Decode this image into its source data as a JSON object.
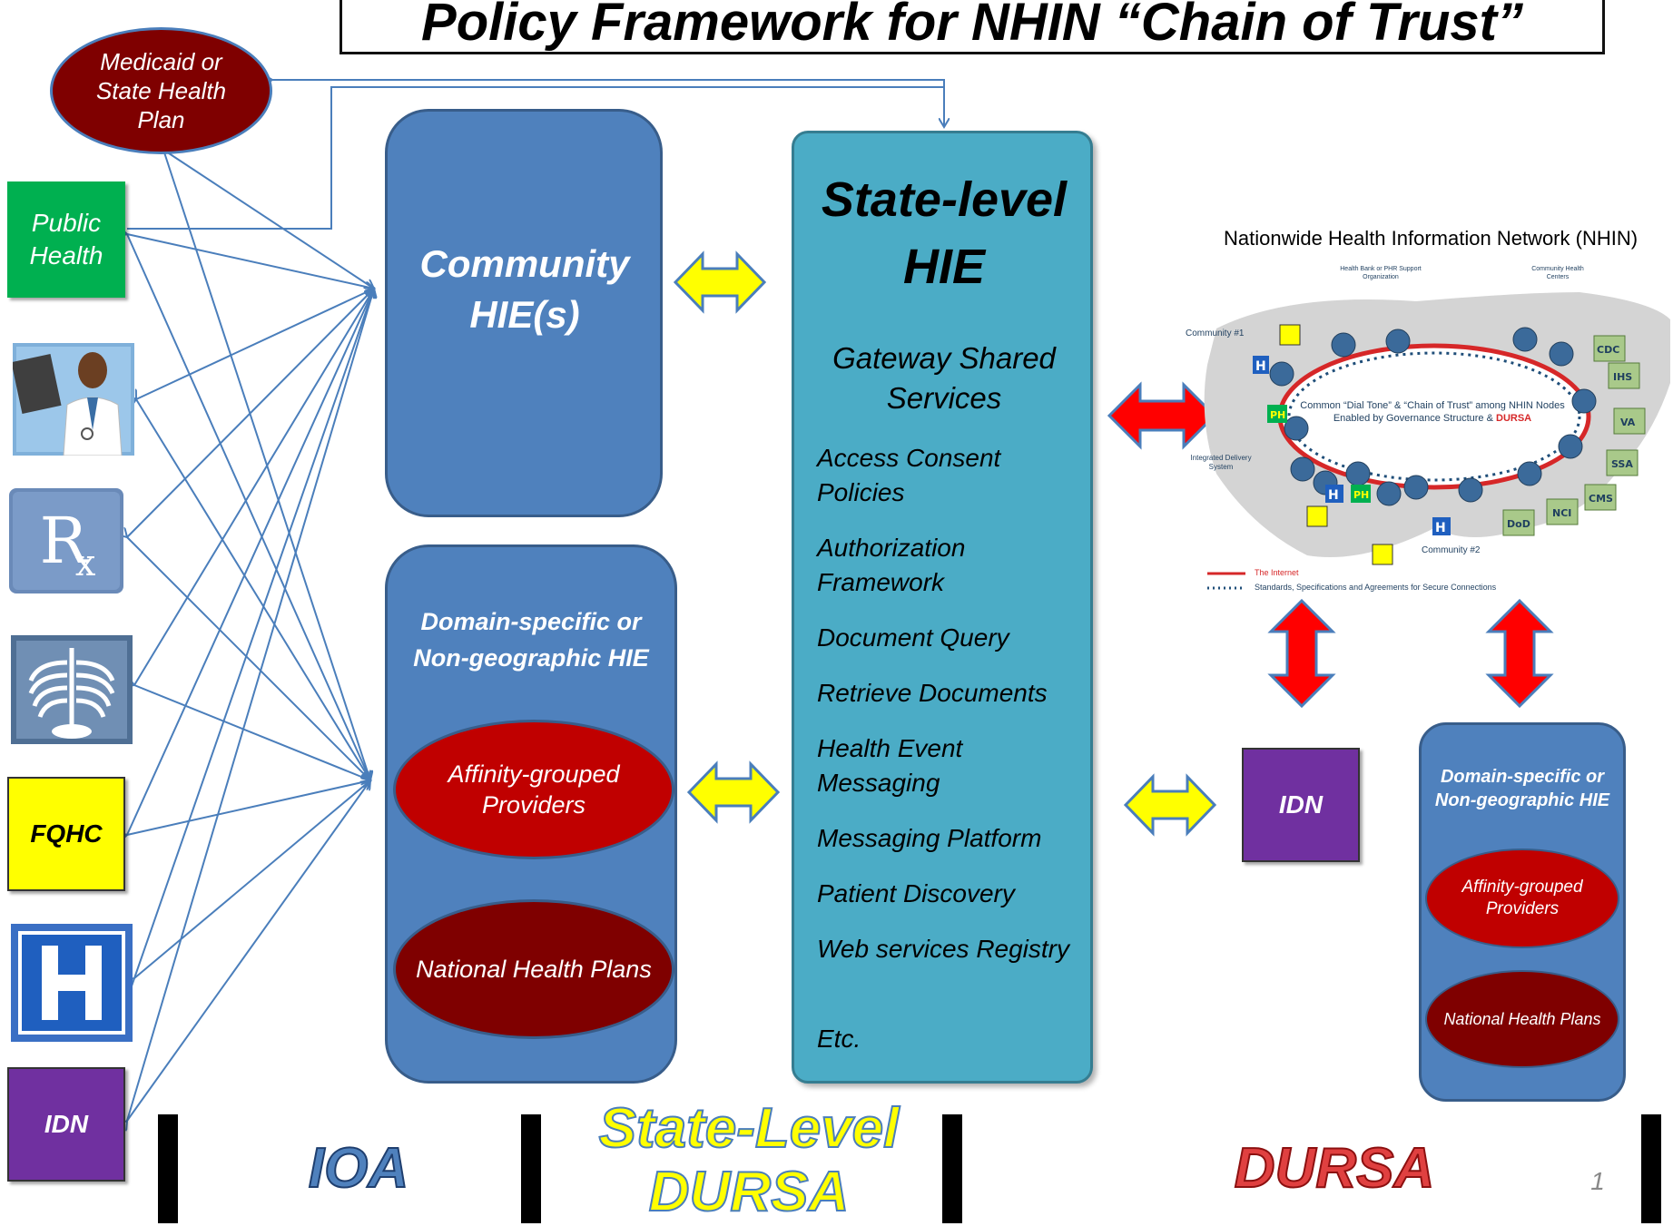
{
  "title": "Policy Framework for NHIN “Chain of Trust”",
  "left_column": {
    "medicaid": "Medicaid or State Health Plan",
    "public_health": "Public Health",
    "fqhc": "FQHC",
    "idn": "IDN"
  },
  "community_hie": "Community HIE(s)",
  "domain_hie": {
    "title": "Domain-specific or Non-geographic HIE",
    "affinity": "Affinity-grouped Providers",
    "plans": "National Health Plans"
  },
  "state_hie": {
    "title": "State-level HIE",
    "subtitle": "Gateway Shared Services",
    "services": [
      "Access Consent Policies",
      "Authorization Framework",
      "Document Query",
      "Retrieve Documents",
      "Health Event Messaging",
      "Messaging Platform",
      "Patient Discovery",
      "Web services Registry",
      "Etc."
    ]
  },
  "nhin": {
    "title": "Nationwide Health Information Network (NHIN)",
    "center_text": "Common “Dial Tone” & “Chain of Trust” among NHIN Nodes Enabled by Governance Structure &",
    "dursa": "DURSA",
    "community1": "Community #1",
    "community2": "Community #2",
    "integrated": "Integrated Delivery System",
    "health_bank": "Health Bank or PHR Support Organization",
    "community_health": "Community Health Centers",
    "nodes": [
      "CDC",
      "IHS",
      "VA",
      "SSA",
      "CMS",
      "NCI",
      "DoD"
    ],
    "legend_internet": "The Internet",
    "legend_standards": "Standards, Specifications and Agreements for Secure Connections"
  },
  "right_idn": "IDN",
  "right_domain": {
    "title": "Domain-specific or Non-geographic HIE",
    "affinity": "Affinity-grouped Providers",
    "plans": "National Health Plans"
  },
  "footer": {
    "ioa": "IOA",
    "state_dursa_1": "State-Level",
    "state_dursa_2": "DURSA",
    "dursa": "DURSA",
    "page": "1"
  },
  "colors": {
    "blue_box": "#4f81bd",
    "cyan_box": "#4bacc6",
    "dark_red": "#7f0000",
    "red": "#c00000",
    "public_health_green": "#00b050",
    "fqhc_yellow": "#ffff00",
    "idn_purple": "#7030a0",
    "connector_blue": "#4a7ebb"
  }
}
